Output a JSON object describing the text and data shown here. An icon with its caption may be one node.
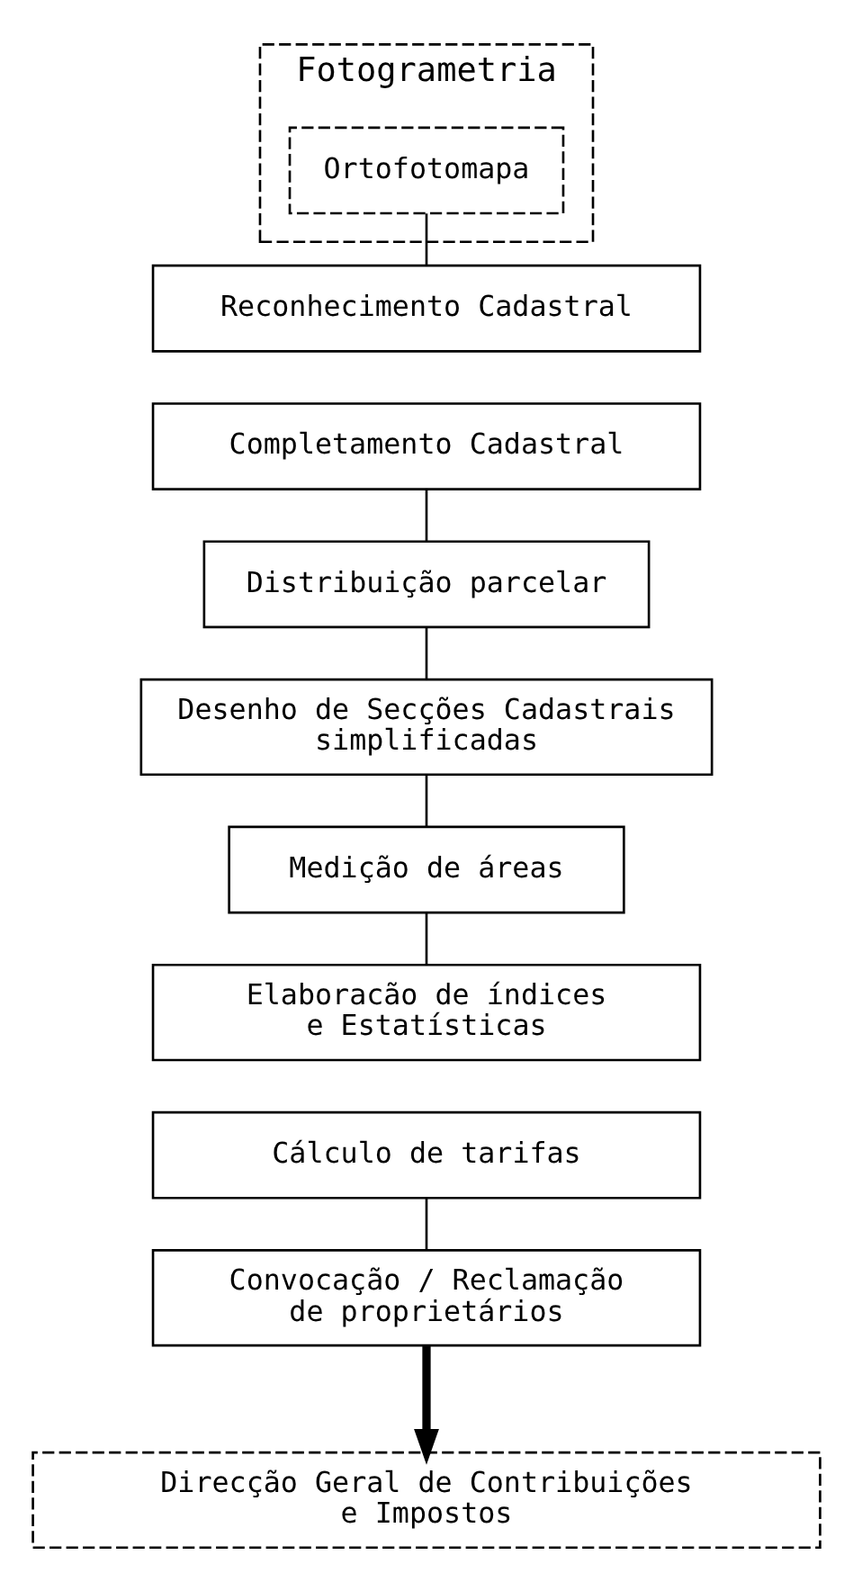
{
  "diagram": {
    "nodes": [
      {
        "text": [
          "Fotogrametria"
        ]
      },
      {
        "text": [
          "Ortofotomapa"
        ],
        "in": 0
      },
      {
        "text": [
          "Reconhecimento Cadastral"
        ]
      },
      {
        "text": [
          "Completamento Cadastral"
        ]
      },
      {
        "text": [
          "Distribuição parcelar"
        ]
      },
      {
        "text": [
          "Desenho de Secções Cadastrais simplificadas"
        ]
      },
      {
        "text": [
          "Medição de áreas"
        ]
      },
      {
        "text": [
          "Elaboracão de índices e Estatísticas"
        ]
      },
      {
        "text": [
          "Cálculo de tarifas"
        ]
      },
      {
        "text": [
          "Convocação / Reclamação de proprietários"
        ]
      },
      {
        "text": [
          "Direcção Geral de Contribuições e Impostos"
        ]
      }
    ],
    "edges": [
      {
        "from": 1,
        "to": 2,
        "arrow": "none"
      },
      {
        "from": 3,
        "to": 4,
        "arrow": "none"
      },
      {
        "from": 4,
        "to": 5,
        "arrow": "none"
      },
      {
        "from": 5,
        "to": 6,
        "arrow": "none"
      },
      {
        "from": 6,
        "to": 7,
        "arrow": "none"
      },
      {
        "from": 8,
        "to": 9,
        "arrow": "none"
      },
      {
        "from": 9,
        "to": 10,
        "arrow": "to",
        "style": "thick"
      }
    ]
  }
}
